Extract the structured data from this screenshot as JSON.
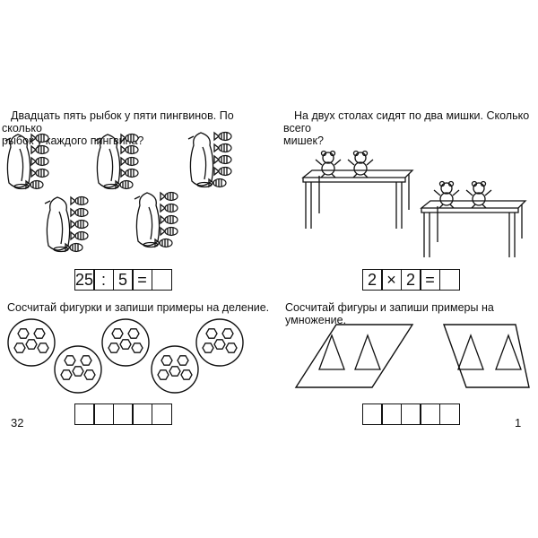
{
  "left_page": {
    "task1_text_line1": "Двадцать пять рыбок у пяти пингвинов. По сколько",
    "task1_text_line2": "рыбок у каждого пингвина?",
    "penguin_count": 5,
    "fish_per_penguin": 5,
    "equation": [
      "25",
      ":",
      "5",
      "=",
      ""
    ],
    "task2_text": "Сосчитай фигурки и запиши примеры на деление.",
    "circle_count": 5,
    "hexagons_per_circle": 5,
    "answer_boxes": [
      "",
      "",
      "",
      "",
      ""
    ],
    "page_number": "32"
  },
  "right_page": {
    "task1_text_line1": "На двух столах сидят по два мишки. Сколько всего",
    "task1_text_line2": "мишек?",
    "table_count": 2,
    "bears_per_table": 2,
    "equation": [
      "2",
      "×",
      "2",
      "=",
      ""
    ],
    "task2_text": "Сосчитай фигуры и запиши примеры на умножение.",
    "parallelogram_count": 2,
    "triangles_per_parallelogram": 2,
    "answer_boxes": [
      "",
      "",
      "",
      "",
      ""
    ],
    "page_number": "1"
  }
}
